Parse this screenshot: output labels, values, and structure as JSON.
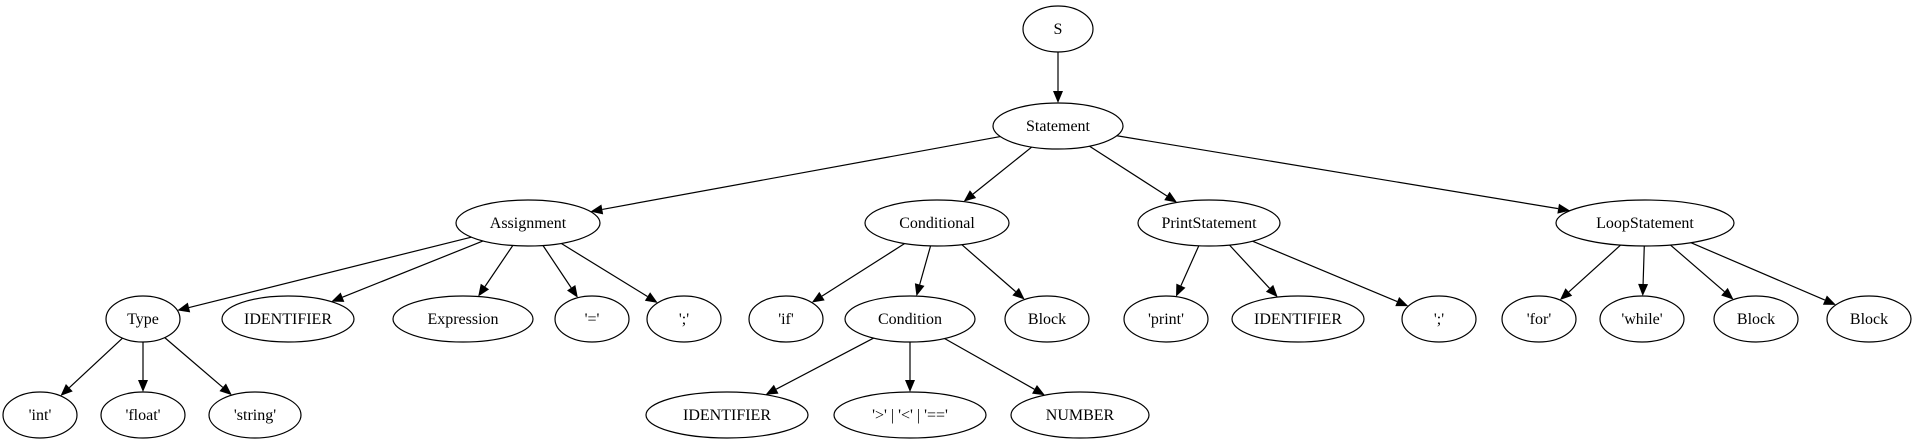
{
  "tree": {
    "nodes": {
      "s": "S",
      "statement": "Statement",
      "assignment": "Assignment",
      "conditional": "Conditional",
      "printstatement": "PrintStatement",
      "loopstatement": "LoopStatement",
      "type": "Type",
      "assign_identifier": "IDENTIFIER",
      "expression": "Expression",
      "assign_equals": "'='",
      "assign_semicolon": "';'",
      "if": "'if'",
      "condition": "Condition",
      "cond_block": "Block",
      "print": "'print'",
      "print_identifier": "IDENTIFIER",
      "print_semicolon": "';'",
      "for": "'for'",
      "while": "'while'",
      "loop_block_1": "Block",
      "loop_block_2": "Block",
      "int": "'int'",
      "float": "'float'",
      "string": "'string'",
      "condition_identifier": "IDENTIFIER",
      "comparator": "'>' | '<' | '=='",
      "number": "NUMBER"
    },
    "edges": [
      [
        "s",
        "statement"
      ],
      [
        "statement",
        "assignment"
      ],
      [
        "statement",
        "conditional"
      ],
      [
        "statement",
        "printstatement"
      ],
      [
        "statement",
        "loopstatement"
      ],
      [
        "assignment",
        "type"
      ],
      [
        "assignment",
        "assign_identifier"
      ],
      [
        "assignment",
        "expression"
      ],
      [
        "assignment",
        "assign_equals"
      ],
      [
        "assignment",
        "assign_semicolon"
      ],
      [
        "conditional",
        "if"
      ],
      [
        "conditional",
        "condition"
      ],
      [
        "conditional",
        "cond_block"
      ],
      [
        "printstatement",
        "print"
      ],
      [
        "printstatement",
        "print_identifier"
      ],
      [
        "printstatement",
        "print_semicolon"
      ],
      [
        "loopstatement",
        "for"
      ],
      [
        "loopstatement",
        "while"
      ],
      [
        "loopstatement",
        "loop_block_1"
      ],
      [
        "loopstatement",
        "loop_block_2"
      ],
      [
        "type",
        "int"
      ],
      [
        "type",
        "float"
      ],
      [
        "type",
        "string"
      ],
      [
        "condition",
        "condition_identifier"
      ],
      [
        "condition",
        "comparator"
      ],
      [
        "condition",
        "number"
      ]
    ]
  }
}
